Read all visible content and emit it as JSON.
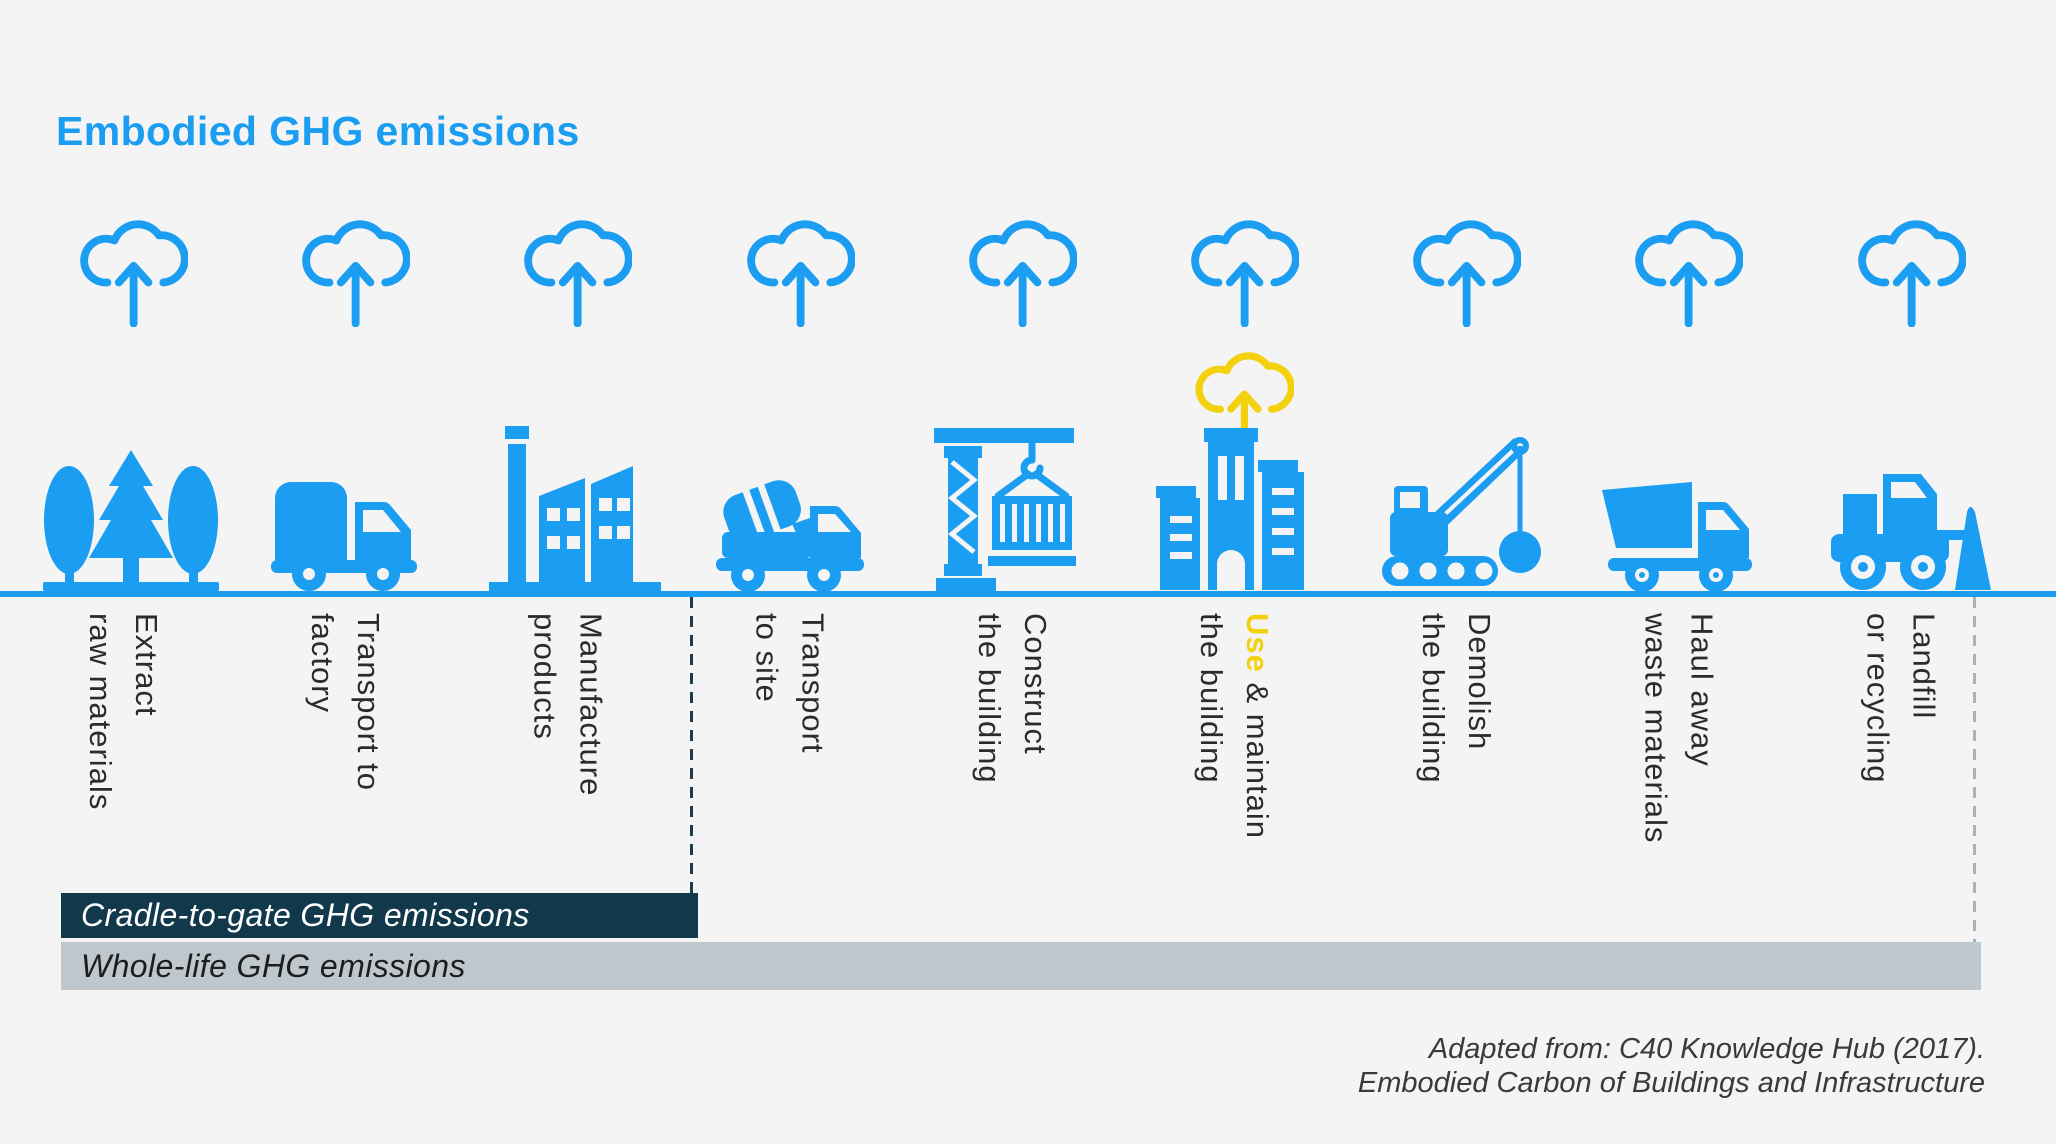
{
  "title": "Embodied GHG emissions",
  "colors": {
    "blue": "#1B9DF2",
    "yellow": "#F3D10E",
    "navy": "#12384B",
    "gray_bar": "#BDC7CD",
    "text": "#2B2B2B",
    "background": "#F4F4F4",
    "dash_dark": "#1B3C4C",
    "dash_gray": "#A9B4BA"
  },
  "stages": [
    {
      "icon": "trees-icon",
      "lines": [
        "Extract",
        "raw materials"
      ],
      "cloud": "blue"
    },
    {
      "icon": "box-truck-icon",
      "lines": [
        "Transport to",
        "factory"
      ],
      "cloud": "blue"
    },
    {
      "icon": "factory-icon",
      "lines": [
        "Manufacture",
        "products"
      ],
      "cloud": "blue"
    },
    {
      "icon": "mixer-truck-icon",
      "lines": [
        "Transport",
        "to site"
      ],
      "cloud": "blue"
    },
    {
      "icon": "tower-crane-icon",
      "lines": [
        "Construct",
        "the building"
      ],
      "cloud": "blue"
    },
    {
      "icon": "city-buildings-icon",
      "lines": [
        "Use & maintain",
        "the building"
      ],
      "cloud": "blue",
      "extra_cloud": "yellow",
      "highlight_word": "Use"
    },
    {
      "icon": "wrecking-crane-icon",
      "lines": [
        "Demolish",
        "the building"
      ],
      "cloud": "blue"
    },
    {
      "icon": "dump-truck-icon",
      "lines": [
        "Haul away",
        "waste materials"
      ],
      "cloud": "blue"
    },
    {
      "icon": "wheel-loader-icon",
      "lines": [
        "Landfill",
        "or recycling"
      ],
      "cloud": "blue"
    }
  ],
  "bars": {
    "cradle": {
      "label": "Cradle-to-gate GHG emissions"
    },
    "whole_life": {
      "label": "Whole-life GHG emissions"
    }
  },
  "attribution": {
    "line1": "Adapted from: C40 Knowledge Hub (2017).",
    "line2": "Embodied Carbon of Buildings and Infrastructure"
  }
}
